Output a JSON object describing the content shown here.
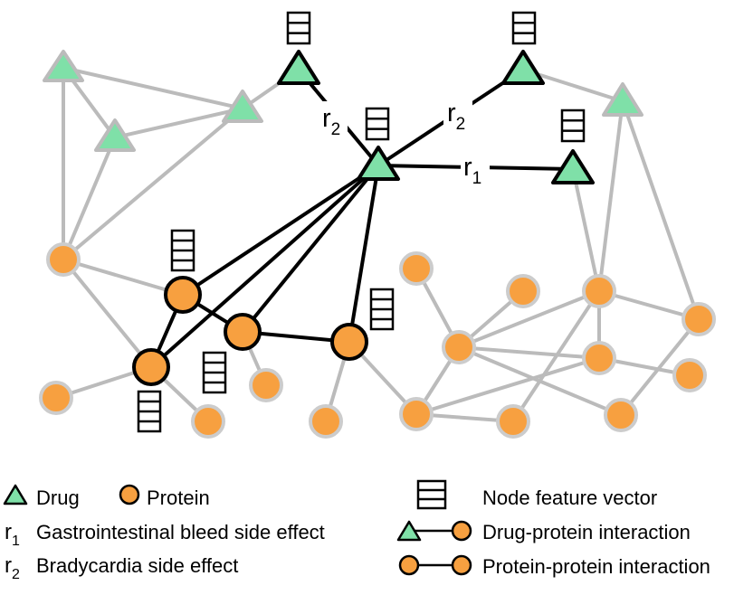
{
  "colors": {
    "drug_fill": "#7FE0A8",
    "drug_gray_stroke": "#bbbbbb",
    "protein_fill": "#F7A040",
    "protein_gray_stroke": "#cccccc",
    "gray_edge": "#bbbbbb",
    "dark": "#000000"
  },
  "edge_labels": {
    "r2_left": {
      "base": "r",
      "sub": "2"
    },
    "r2_right": {
      "base": "r",
      "sub": "2"
    },
    "r1": {
      "base": "r",
      "sub": "1"
    }
  },
  "legend": {
    "drug": "Drug",
    "protein": "Protein",
    "r1_symbol": "r",
    "r1_sub": "1",
    "r1_text": "Gastrointestinal bleed side effect",
    "r2_symbol": "r",
    "r2_sub": "2",
    "r2_text": "Bradycardia side effect",
    "feature_vector": "Node feature vector",
    "drug_protein": "Drug-protein interaction",
    "protein_protein": "Protein-protein interaction"
  }
}
